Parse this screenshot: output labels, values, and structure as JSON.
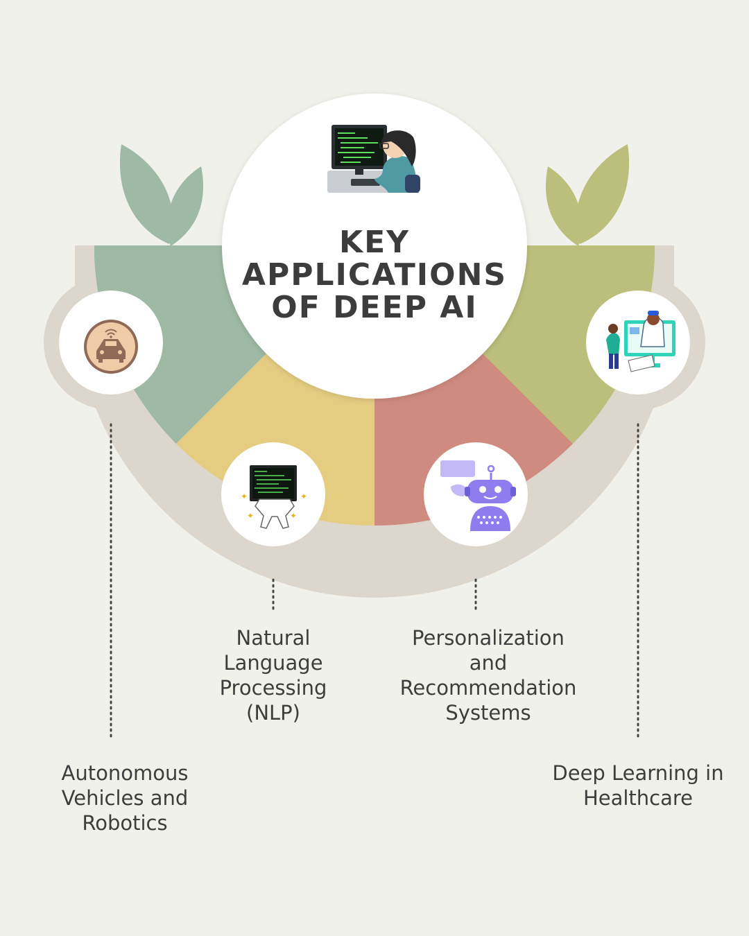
{
  "title": {
    "lines": [
      "KEY",
      "APPLICATIONS",
      "OF DEEP AI"
    ]
  },
  "applications": [
    {
      "label_lines": [
        "Autonomous",
        "Vehicles and",
        "Robotics"
      ],
      "icon": "autonomous-car-icon",
      "color": "#9eb9a4"
    },
    {
      "label_lines": [
        "Natural",
        "Language",
        "Processing",
        "(NLP)"
      ],
      "icon": "code-screen-icon",
      "color": "#e4cc81"
    },
    {
      "label_lines": [
        "Personalization",
        "and",
        "Recommendation",
        "Systems"
      ],
      "icon": "chatbot-robot-icon",
      "color": "#cf8b80"
    },
    {
      "label_lines": [
        "Deep Learning in",
        "Healthcare"
      ],
      "icon": "telemedicine-doctor-icon",
      "color": "#bcbe7c"
    }
  ],
  "header_icon": "programmer-at-computer-icon",
  "colors": {
    "background": "#f1f1eb",
    "rim": "#ddd6cc",
    "leaf_green": "#9eb9a4",
    "leaf_olive": "#bcbe7c",
    "text": "#3c3c3c"
  }
}
